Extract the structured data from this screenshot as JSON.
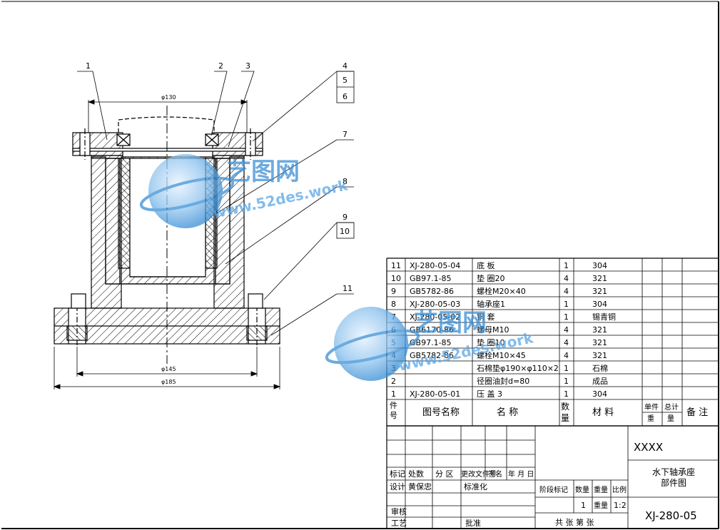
{
  "drawing": {
    "callouts": [
      "1",
      "2",
      "3",
      "4",
      "5",
      "6",
      "7",
      "8",
      "9",
      "10",
      "11"
    ],
    "dims": {
      "d_top": "φ130",
      "d_mid": "φ145",
      "d_bot": "φ185"
    },
    "watermark": {
      "brand": "艺图网",
      "url": "www.52des.work"
    }
  },
  "parts": {
    "rows": [
      {
        "no": "11",
        "code": "XJ-280-05-04",
        "name": "底 板",
        "qty": "1",
        "mat": "304"
      },
      {
        "no": "10",
        "code": "GB97.1-85",
        "name": "垫 圈20",
        "qty": "4",
        "mat": "321"
      },
      {
        "no": "9",
        "code": "GB5782-86",
        "name": "螺栓M20×40",
        "qty": "4",
        "mat": "321"
      },
      {
        "no": "8",
        "code": "XJ-280-05-03",
        "name": "轴承座1",
        "qty": "1",
        "mat": "304"
      },
      {
        "no": "7",
        "code": "XJ-280-05-02",
        "name": "铜 套",
        "qty": "1",
        "mat": "锡青铜"
      },
      {
        "no": "6",
        "code": "GB6170-86",
        "name": "螺母M10",
        "qty": "4",
        "mat": "321"
      },
      {
        "no": "5",
        "code": "GB97.1-85",
        "name": "垫 圈10",
        "qty": "4",
        "mat": "321"
      },
      {
        "no": "4",
        "code": "GB5782-86",
        "name": "螺栓M10×45",
        "qty": "4",
        "mat": "321"
      },
      {
        "no": "3",
        "code": "",
        "name": "石棉垫φ190×φ110×2",
        "qty": "1",
        "mat": "石棉"
      },
      {
        "no": "2",
        "code": "",
        "name": "径圈油封d=80",
        "qty": "1",
        "mat": "成品"
      },
      {
        "no": "1",
        "code": "XJ-280-05-01",
        "name": "压 盖 3",
        "qty": "1",
        "mat": "304"
      }
    ],
    "header": {
      "no": "件号",
      "code": "图号名称",
      "name": "名 称",
      "qty": "数量",
      "mat": "材 料",
      "unit_w1": "单件",
      "unit_w2": "重",
      "total_w1": "总计",
      "total_w2": "量",
      "remark": "备 注"
    }
  },
  "title_block": {
    "company": "XXXX",
    "title_line1": "水下轴承座",
    "title_line2": "部件图",
    "drawing_no": "XJ-280-05",
    "rev_headers": [
      "标记",
      "处数",
      "分 区",
      "更改文件号",
      "签名",
      "年 月 日"
    ],
    "design": "设计",
    "designer": "黄保忠",
    "standardize": "标准化",
    "review": "审核",
    "process": "工艺",
    "approve": "批准",
    "stage": "阶段标记",
    "quantity": "数量",
    "weight": "重量",
    "scale": "比例",
    "quantity_val": "1",
    "weight_val": "重量",
    "scale_val": "1:2",
    "sheets": "共 张 第 张"
  }
}
